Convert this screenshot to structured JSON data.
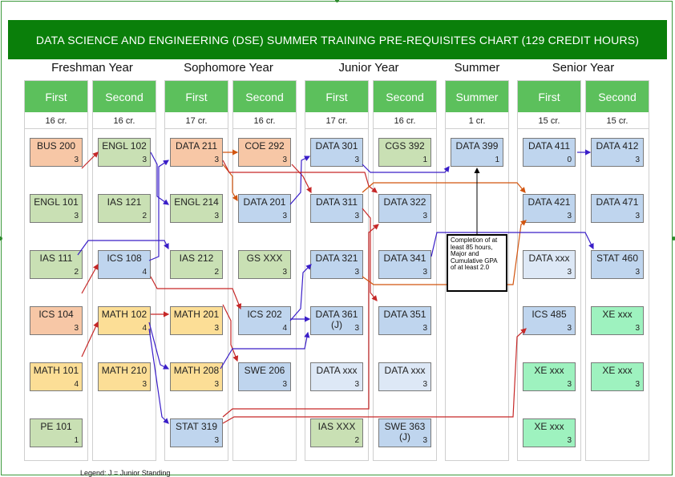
{
  "title": "DATA SCIENCE AND ENGINEERING (DSE) SUMMER TRAINING PRE-REQUISITES CHART (129 CREDIT HOURS)",
  "years": [
    "Freshman Year",
    "Sophomore Year",
    "Junior Year",
    "Summer",
    "Senior Year"
  ],
  "semesters": [
    {
      "label": "First",
      "credits": "16 cr.",
      "courses": [
        {
          "name": "BUS 200",
          "credits": "3",
          "color": "orange"
        },
        {
          "name": "ENGL 101",
          "credits": "3",
          "color": "green"
        },
        {
          "name": "IAS 111",
          "credits": "2",
          "color": "green"
        },
        {
          "name": "ICS 104",
          "credits": "3",
          "color": "orange"
        },
        {
          "name": "MATH 101",
          "credits": "4",
          "color": "yellow"
        },
        {
          "name": "PE 101",
          "credits": "1",
          "color": "green"
        }
      ]
    },
    {
      "label": "Second",
      "credits": "16 cr.",
      "courses": [
        {
          "name": "ENGL 102",
          "credits": "3",
          "color": "green"
        },
        {
          "name": "IAS 121",
          "credits": "2",
          "color": "green"
        },
        {
          "name": "ICS 108",
          "credits": "4",
          "color": "blue"
        },
        {
          "name": "MATH 102",
          "credits": "4",
          "color": "yellow"
        },
        {
          "name": "MATH 210",
          "credits": "3",
          "color": "yellow"
        }
      ]
    },
    {
      "label": "First",
      "credits": "17 cr.",
      "courses": [
        {
          "name": "DATA 211",
          "credits": "3",
          "color": "orange"
        },
        {
          "name": "ENGL 214",
          "credits": "3",
          "color": "green"
        },
        {
          "name": "IAS 212",
          "credits": "2",
          "color": "green"
        },
        {
          "name": "MATH 201",
          "credits": "3",
          "color": "yellow"
        },
        {
          "name": "MATH 208",
          "credits": "3",
          "color": "yellow"
        },
        {
          "name": "STAT 319",
          "credits": "3",
          "color": "blue"
        }
      ]
    },
    {
      "label": "Second",
      "credits": "16 cr.",
      "courses": [
        {
          "name": "COE 292",
          "credits": "3",
          "color": "orange"
        },
        {
          "name": "DATA 201",
          "credits": "3",
          "color": "blue"
        },
        {
          "name": "GS XXX",
          "credits": "3",
          "color": "green"
        },
        {
          "name": "ICS 202",
          "credits": "4",
          "color": "blue"
        },
        {
          "name": "SWE 206",
          "credits": "3",
          "color": "blue"
        }
      ]
    },
    {
      "label": "First",
      "credits": "17 cr.",
      "courses": [
        {
          "name": "DATA 301",
          "credits": "3",
          "color": "blue"
        },
        {
          "name": "DATA 311",
          "credits": "3",
          "color": "blue"
        },
        {
          "name": "DATA 321",
          "credits": "3",
          "color": "blue"
        },
        {
          "name": "DATA 361",
          "sub": "(J)",
          "credits": "3",
          "color": "blue"
        },
        {
          "name": "DATA xxx",
          "credits": "3",
          "color": "lblue"
        },
        {
          "name": "IAS XXX",
          "credits": "2",
          "color": "green"
        }
      ]
    },
    {
      "label": "Second",
      "credits": "16 cr.",
      "courses": [
        {
          "name": "CGS 392",
          "credits": "1",
          "color": "green"
        },
        {
          "name": "DATA 322",
          "credits": "3",
          "color": "blue"
        },
        {
          "name": "DATA 341",
          "credits": "3",
          "color": "blue"
        },
        {
          "name": "DATA 351",
          "credits": "3",
          "color": "blue"
        },
        {
          "name": "DATA xxx",
          "credits": "3",
          "color": "lblue"
        },
        {
          "name": "SWE 363",
          "sub": "(J)",
          "credits": "3",
          "color": "blue"
        }
      ]
    },
    {
      "label": "Summer",
      "credits": "1 cr.",
      "courses": [
        {
          "name": "DATA 399",
          "credits": "1",
          "color": "blue"
        }
      ]
    },
    {
      "label": "First",
      "credits": "15 cr.",
      "courses": [
        {
          "name": "DATA 411",
          "credits": "0",
          "color": "blue"
        },
        {
          "name": "DATA 421",
          "credits": "3",
          "color": "blue"
        },
        {
          "name": "DATA xxx",
          "credits": "3",
          "color": "lblue"
        },
        {
          "name": "ICS 485",
          "credits": "3",
          "color": "blue"
        },
        {
          "name": "XE xxx",
          "credits": "3",
          "color": "mint"
        },
        {
          "name": "XE xxx",
          "credits": "3",
          "color": "mint"
        }
      ]
    },
    {
      "label": "Second",
      "credits": "15 cr.",
      "courses": [
        {
          "name": "DATA 412",
          "credits": "3",
          "color": "blue"
        },
        {
          "name": "DATA 471",
          "credits": "3",
          "color": "blue"
        },
        {
          "name": "STAT 460",
          "credits": "3",
          "color": "blue"
        },
        {
          "name": "XE xxx",
          "credits": "3",
          "color": "mint"
        },
        {
          "name": "XE xxx",
          "credits": "3",
          "color": "mint"
        }
      ]
    }
  ],
  "note": "Completion of at least 85 hours, Major and Cumulative GPA of at least 2.0",
  "legend": "Legend:      J = Junior Standing",
  "colors": {
    "title_bg": "#0a7f0a",
    "semester_head": "#5cc05c",
    "arrow_red": "#c62828",
    "arrow_orange": "#d2550f",
    "arrow_blue": "#3a1ec8",
    "arrow_black": "#000000"
  }
}
